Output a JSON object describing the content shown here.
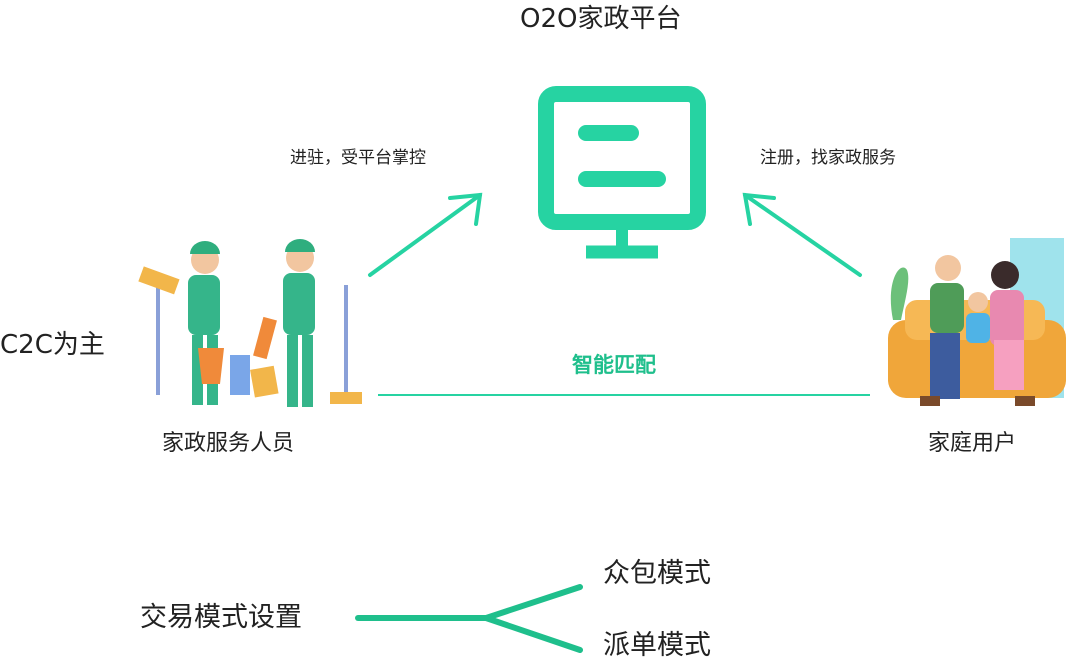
{
  "title": "O2O家政平台",
  "left_arrow_label": "进驻，受平台掌控",
  "right_arrow_label": "注册，找家政服务",
  "match_label": "智能匹配",
  "c2c_label": "C2C为主",
  "workers_label": "家政服务人员",
  "family_label": "家庭用户",
  "trade_mode": {
    "root": "交易模式设置",
    "branches": [
      "众包模式",
      "派单模式"
    ]
  },
  "colors": {
    "accent": "#26d3a2",
    "line": "#1fbf8c",
    "text": "#222222"
  },
  "icons": [
    "monitor-icon",
    "workers-illustration",
    "family-illustration"
  ]
}
